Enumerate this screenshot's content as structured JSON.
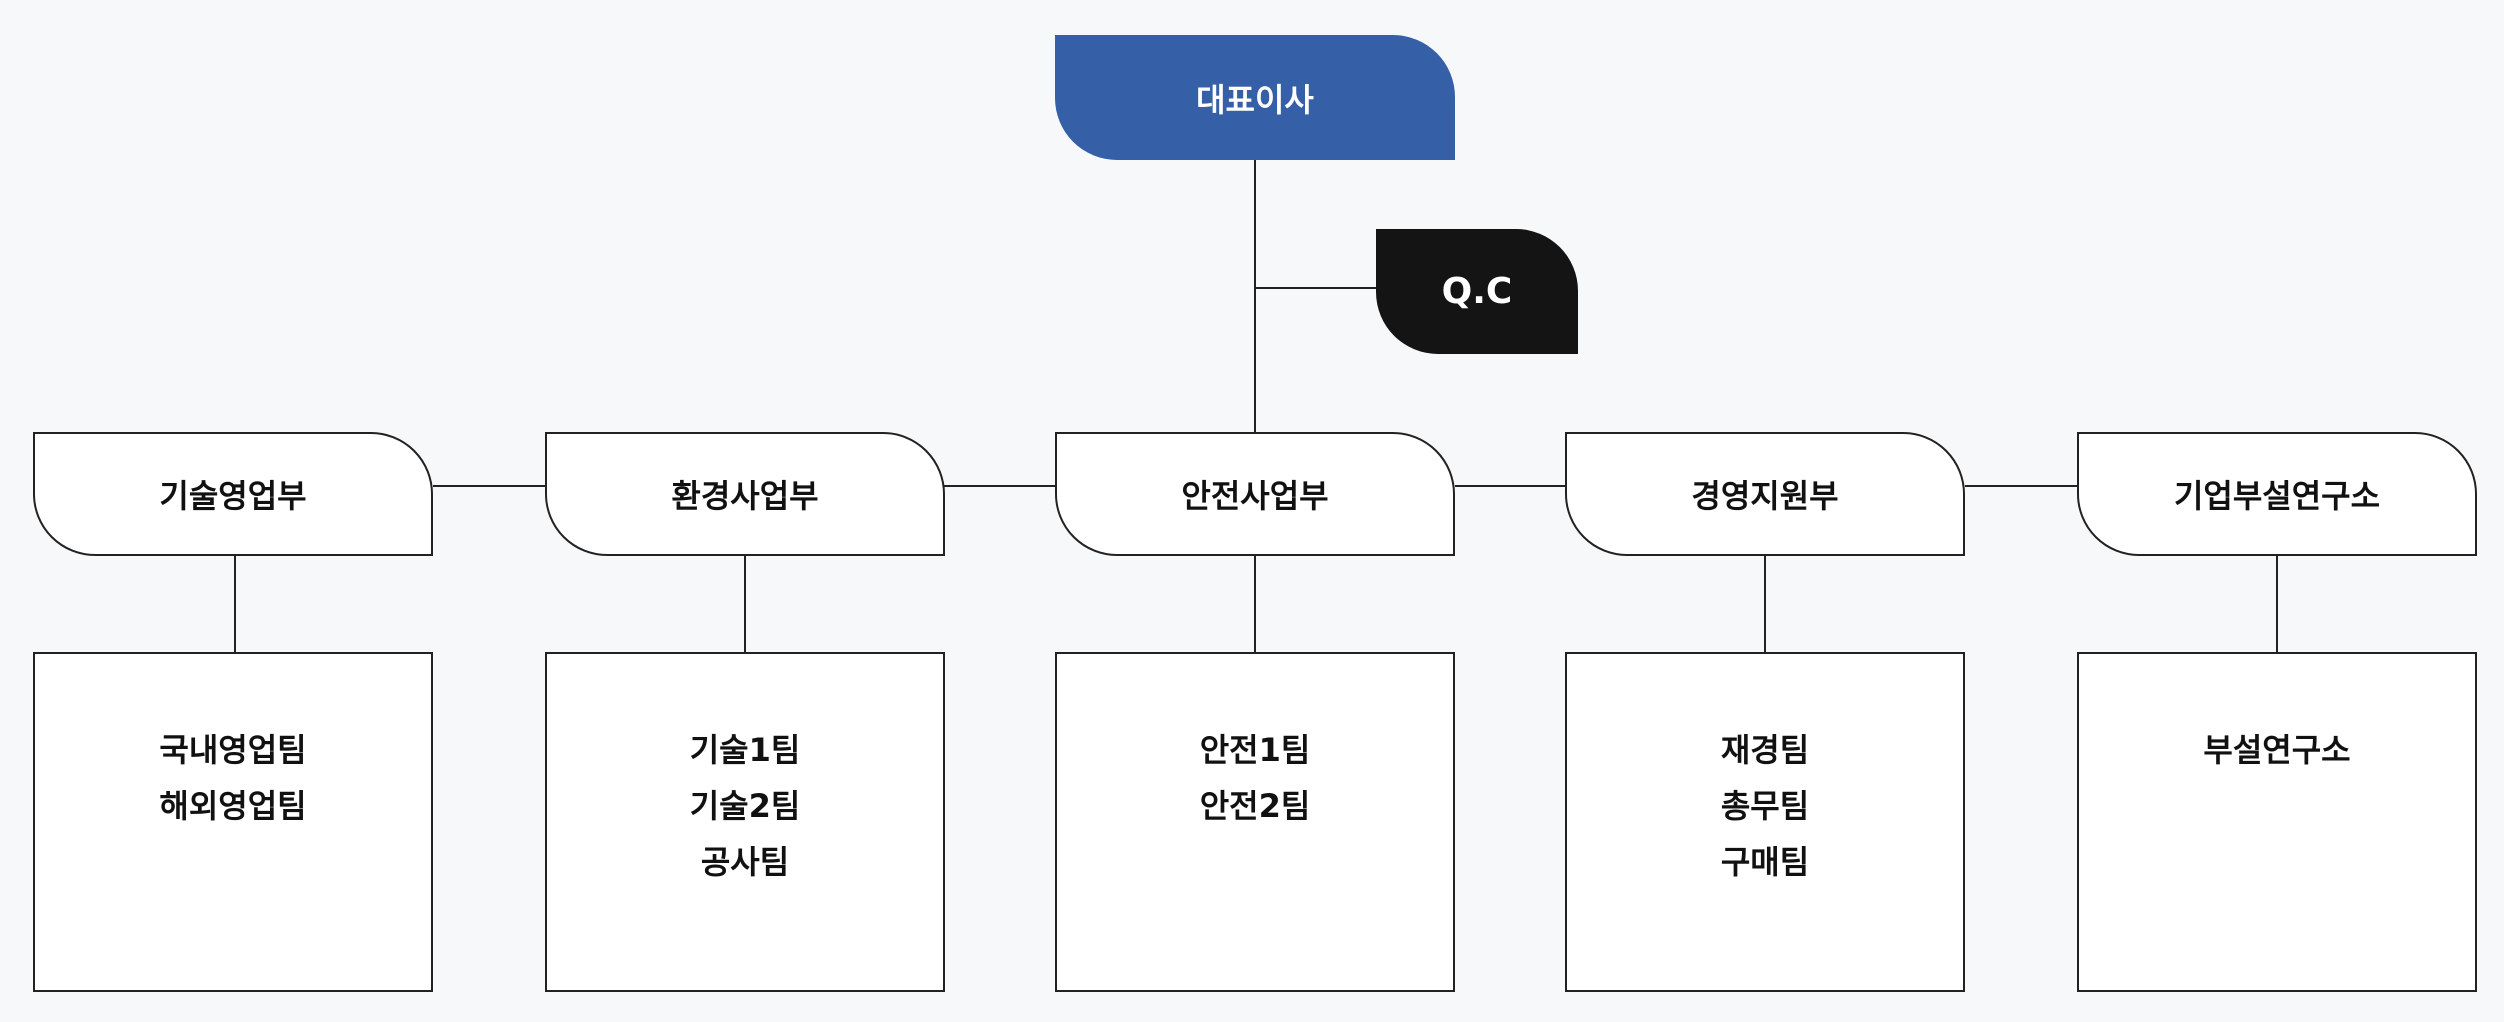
{
  "ceo": {
    "label": "대표이사"
  },
  "qc": {
    "label": "Q.C"
  },
  "departments": [
    {
      "name": "기술영업부",
      "teams": [
        "국내영업팀",
        "해외영업팀"
      ]
    },
    {
      "name": "환경사업부",
      "teams": [
        "기술1팀",
        "기술2팀",
        "공사팀"
      ]
    },
    {
      "name": "안전사업부",
      "teams": [
        "안전1팀",
        "안전2팀"
      ]
    },
    {
      "name": "경영지원부",
      "teams": [
        "재경팀",
        "총무팀",
        "구매팀"
      ]
    },
    {
      "name": "기업부설연구소",
      "teams": [
        "부설연구소"
      ]
    }
  ],
  "colors": {
    "ceo_fill": "#3560a8",
    "qc_fill": "#141414",
    "line": "#222222",
    "background": "#f7f8fa"
  }
}
